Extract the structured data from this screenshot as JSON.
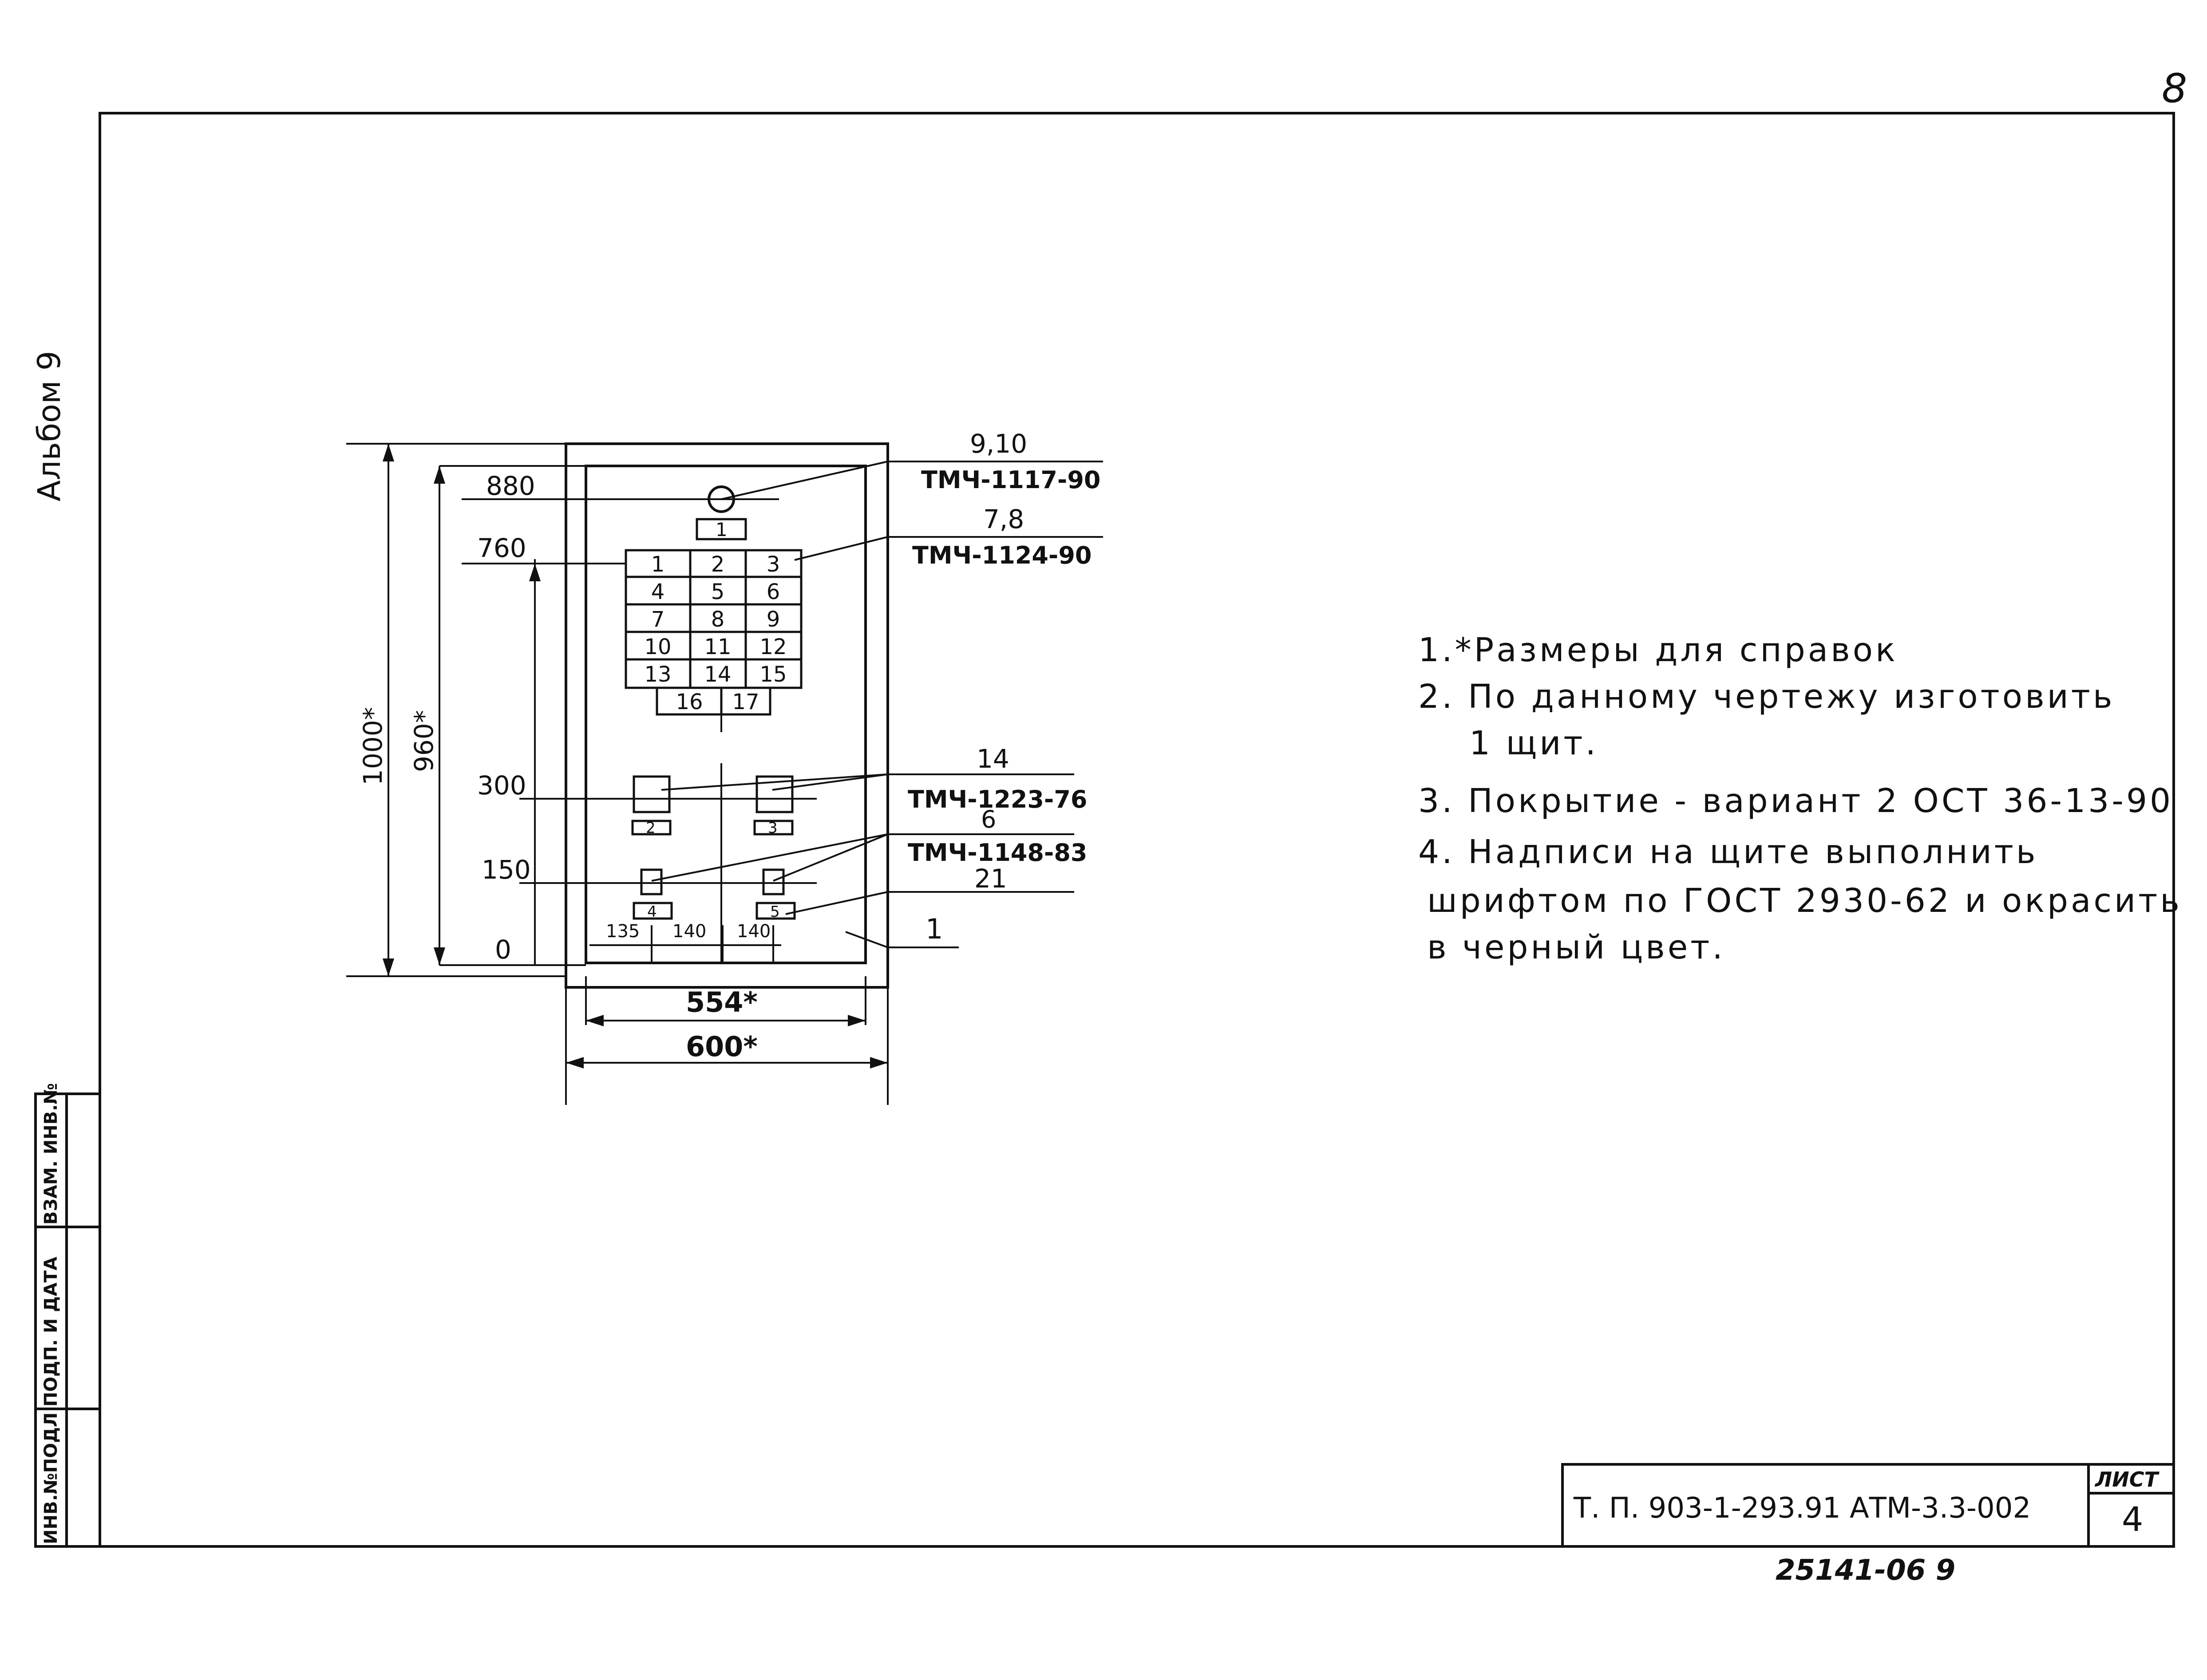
{
  "page_number": "8",
  "album_label": "Альбом 9",
  "side_stamp": [
    "ИНВ.№ПОДЛ",
    "ПОДП. И ДАТА",
    "ВЗАМ. ИНВ.№"
  ],
  "drawing": {
    "height_dims": [
      "1000*",
      "960*"
    ],
    "level_labels": [
      "880",
      "760",
      "300",
      "150",
      "0"
    ],
    "bottom_dims": [
      "135",
      "140",
      "140"
    ],
    "width_dims": [
      "554*",
      "600*"
    ],
    "item_labels": [
      "1",
      "2",
      "3",
      "4",
      "5"
    ],
    "grid_cells": [
      "1",
      "2",
      "3",
      "4",
      "5",
      "6",
      "7",
      "8",
      "9",
      "10",
      "11",
      "12",
      "13",
      "14",
      "15"
    ],
    "grid_extra": [
      "16",
      "17"
    ],
    "callouts": [
      {
        "pos": "9,10",
        "ref": "ТМЧ-1117-90"
      },
      {
        "pos": "7,8",
        "ref": "ТМЧ-1124-90"
      },
      {
        "pos": "14",
        "ref": "ТМЧ-1223-76"
      },
      {
        "pos": "6",
        "ref": "ТМЧ-1148-83"
      },
      {
        "pos": "21",
        "ref": ""
      },
      {
        "pos": "1",
        "ref": ""
      }
    ]
  },
  "notes": [
    "1.*Размеры для справок",
    "2. По данному чертежу изготовить",
    "1 щит.",
    "3. Покрытие - вариант 2  ОСТ 36-13-90",
    "4. Надписи на щите выполнить",
    "шрифтом по ГОСТ 2930-62 и окрасить",
    "в черный цвет."
  ],
  "title_block": {
    "code": "Т. П. 903-1-293.91  АТМ-3.3-002",
    "sheet_label": "ЛИСТ",
    "sheet_number": "4"
  },
  "bottom_code": "25141-06 9"
}
